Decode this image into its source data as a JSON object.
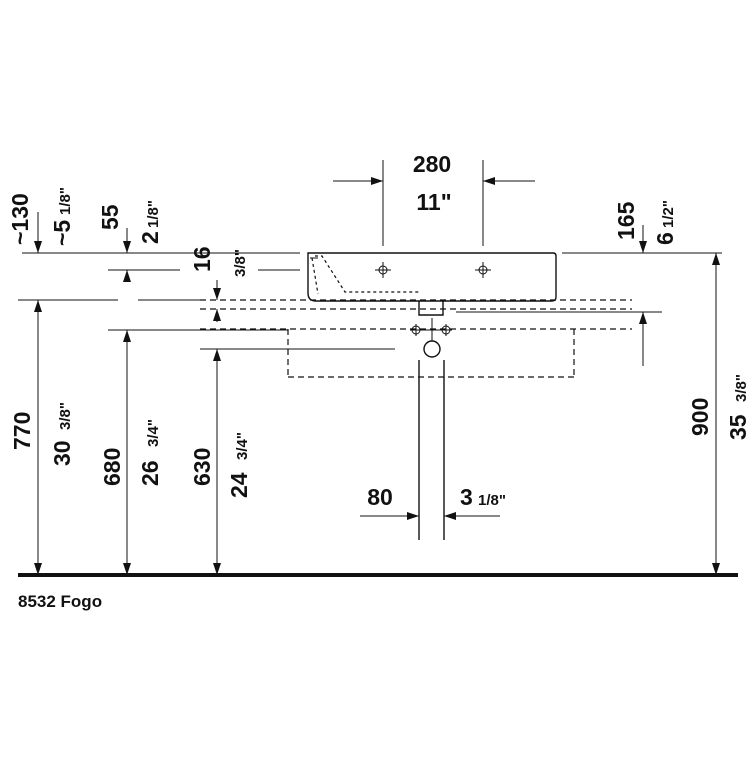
{
  "product_label": "8532 Fogo",
  "dimensions": {
    "width_mm": "280",
    "width_in": "11\"",
    "left_depth_mm": "~130",
    "left_depth_in_whole": "~5",
    "left_depth_in_frac": "1/8\"",
    "bowl_offset_mm": "55",
    "bowl_offset_in_whole": "2",
    "bowl_offset_in_frac": "1/8\"",
    "rim_mm": "16",
    "rim_in_frac": "3/8\"",
    "right_height_mm": "165",
    "right_height_in_whole": "6",
    "right_height_in_frac": "1/2\"",
    "h770_mm": "770",
    "h770_in_whole": "30",
    "h770_in_frac": "3/8\"",
    "h680_mm": "680",
    "h680_in_whole": "26",
    "h680_in_frac": "3/4\"",
    "h630_mm": "630",
    "h630_in_whole": "24",
    "h630_in_frac": "3/4\"",
    "h900_mm": "900",
    "h900_in_whole": "35",
    "h900_in_frac": "3/8\"",
    "drain_mm": "80",
    "drain_in_whole": "3",
    "drain_in_frac": "1/8\""
  }
}
